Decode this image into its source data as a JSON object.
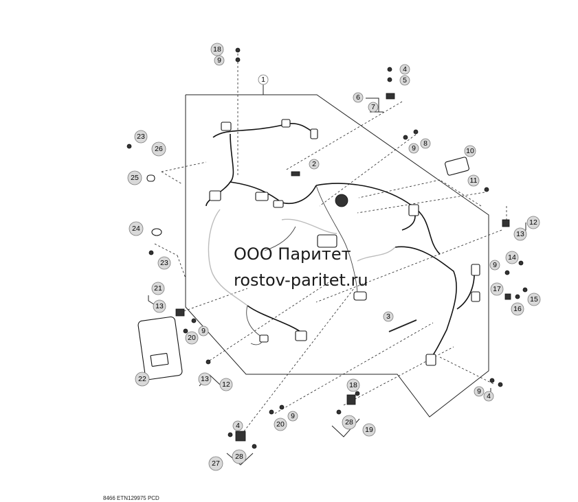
{
  "callouts": [
    {
      "id": "c1",
      "label": "1",
      "open": true
    },
    {
      "id": "c2",
      "label": "2"
    },
    {
      "id": "c3",
      "label": "3"
    },
    {
      "id": "c4a",
      "label": "4"
    },
    {
      "id": "c5",
      "label": "5"
    },
    {
      "id": "c6",
      "label": "6"
    },
    {
      "id": "c7",
      "label": "7"
    },
    {
      "id": "c8",
      "label": "8"
    },
    {
      "id": "c9a",
      "label": "9"
    },
    {
      "id": "c9b",
      "label": "9"
    },
    {
      "id": "c9c",
      "label": "9"
    },
    {
      "id": "c9d",
      "label": "9"
    },
    {
      "id": "c9e",
      "label": "9"
    },
    {
      "id": "c9f",
      "label": "9"
    },
    {
      "id": "c10",
      "label": "10"
    },
    {
      "id": "c11",
      "label": "11"
    },
    {
      "id": "c12a",
      "label": "12"
    },
    {
      "id": "c12b",
      "label": "12"
    },
    {
      "id": "c13a",
      "label": "13"
    },
    {
      "id": "c13b",
      "label": "13"
    },
    {
      "id": "c13c",
      "label": "13"
    },
    {
      "id": "c14",
      "label": "14"
    },
    {
      "id": "c15",
      "label": "15"
    },
    {
      "id": "c16",
      "label": "16"
    },
    {
      "id": "c17",
      "label": "17"
    },
    {
      "id": "c18a",
      "label": "18"
    },
    {
      "id": "c18b",
      "label": "18"
    },
    {
      "id": "c19",
      "label": "19"
    },
    {
      "id": "c20a",
      "label": "20"
    },
    {
      "id": "c20b",
      "label": "20"
    },
    {
      "id": "c21",
      "label": "21"
    },
    {
      "id": "c22",
      "label": "22"
    },
    {
      "id": "c23a",
      "label": "23"
    },
    {
      "id": "c23b",
      "label": "23"
    },
    {
      "id": "c24",
      "label": "24"
    },
    {
      "id": "c25",
      "label": "25"
    },
    {
      "id": "c26",
      "label": "26"
    },
    {
      "id": "c27",
      "label": "27"
    },
    {
      "id": "c28a",
      "label": "28"
    },
    {
      "id": "c28b",
      "label": "28"
    },
    {
      "id": "c4b",
      "label": "4"
    },
    {
      "id": "c4c",
      "label": "4"
    }
  ],
  "watermark": {
    "line1": "ООО Паритет",
    "line2": "rostov-paritet.ru"
  },
  "footer": "8466  ETN129975  PCD"
}
